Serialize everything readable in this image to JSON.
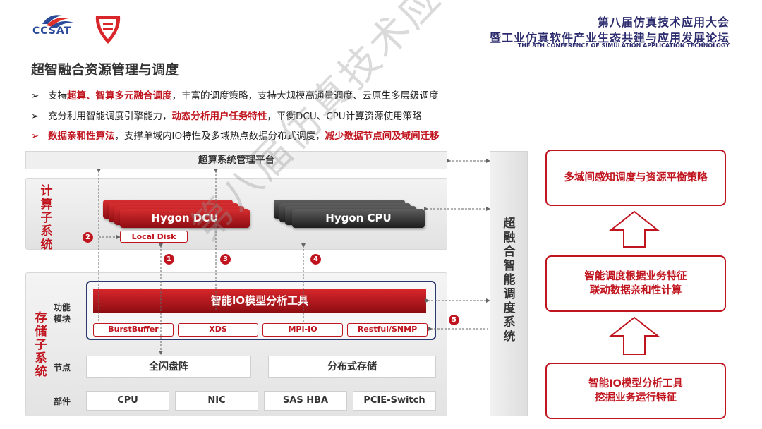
{
  "header": {
    "logo_text": "CCSAT",
    "conf_line1": "第八届仿真技术应用大会",
    "conf_line2": "暨工业仿真软件产业生态共建与应用发展论坛",
    "conf_line3": "THE 8TH CONFERENCE OF SIMULATION APPLICATION TECHNOLOGY"
  },
  "page_title": "超智融合资源管理与调度",
  "bullets": [
    {
      "a": "支持",
      "b": "超算、智算多元融合调度",
      "c": "，丰富的调度策略，支持大规模高通量调度、云原生多层级调度",
      "d": "",
      "e": ""
    },
    {
      "a": "充分利用智能调度引擎能力，",
      "b": "动态分析用户任务特性",
      "c": "，平衡DCU、CPU计算资源使用策略",
      "d": "",
      "e": ""
    },
    {
      "a": "",
      "b": "数据亲和性算法",
      "c": "，支撑单域内IO特性及多域热点数据分布式调度，",
      "d": "减少数据节点间及域间迁移",
      "e": ""
    }
  ],
  "diagram": {
    "platform": "超算系统管理平台",
    "compute_label": "计算子系统",
    "storage_label": "存储子系统",
    "dcu": "Hygon DCU",
    "cpu": "Hygon CPU",
    "local_disk": "Local Disk",
    "func_label": "功能模块",
    "io_tool": "智能IO模型分析工具",
    "modules": [
      "BurstBuffer",
      "XDS",
      "MPI-IO",
      "Restful/SNMP"
    ],
    "node_label": "节点",
    "nodes": [
      "全闪盘阵",
      "分布式存储"
    ],
    "part_label": "部件",
    "parts": [
      "CPU",
      "NIC",
      "SAS HBA",
      "PCIE-Switch"
    ],
    "sidebar": "超融合智能调度系统",
    "badges": [
      "1",
      "2",
      "3",
      "4",
      "5"
    ]
  },
  "flow": {
    "top": "多域间感知调度与资源平衡策略",
    "middle_1": "智能调度根据业务特征",
    "middle_2": "联动数据亲和性计算",
    "bottom_1": "智能IO模型分析工具",
    "bottom_2": "挖掘业务运行特征"
  },
  "watermark": "第八届仿真技术应用大会",
  "colors": {
    "accent": "#c0141e",
    "navy": "#2b2b6e",
    "dark": "#333333"
  }
}
